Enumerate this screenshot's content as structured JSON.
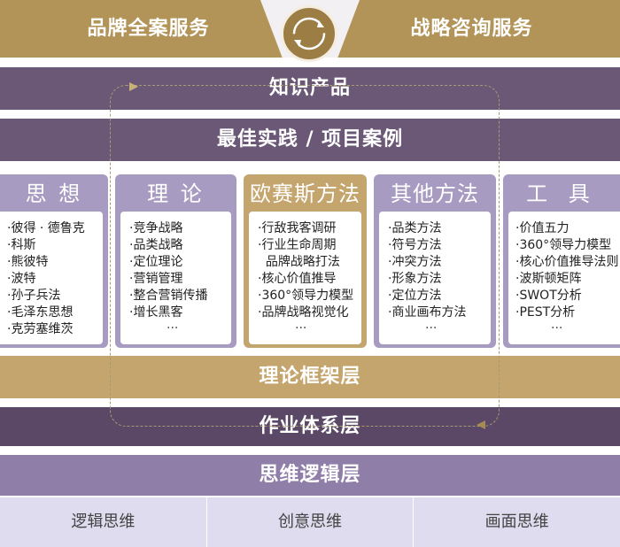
{
  "top": {
    "left": "品牌全案服务",
    "right": "战略咨询服务",
    "icon": "refresh-cycle-icon"
  },
  "bands": {
    "knowledge": "知识产品",
    "practice": "最佳实践 / 项目案例",
    "theory_frame": "理论框架层",
    "operation": "作业体系层",
    "logic": "思维逻辑层"
  },
  "columns": [
    {
      "title": "思 想",
      "items": [
        "·彼得 · 德鲁克",
        "·科斯",
        "·熊彼特",
        "·波特",
        "·孙子兵法",
        "·毛泽东思想",
        "·克劳塞维茨"
      ],
      "more": ""
    },
    {
      "title": "理 论",
      "items": [
        "·竞争战略",
        "·品类战略",
        "·定位理论",
        "·营销管理",
        "·整合营销传播",
        "·增长黑客"
      ],
      "more": "···"
    },
    {
      "title": "欧赛斯方法",
      "items": [
        "·行敌我客调研",
        "·行业生命周期",
        "  品牌战略打法",
        "·核心价值推导",
        "·360°领导力模型",
        "·品牌战略视觉化"
      ],
      "more": "···"
    },
    {
      "title": "其他方法",
      "items": [
        "·品类方法",
        "·符号方法",
        "·冲突方法",
        "·形象方法",
        "·定位方法",
        "·商业画布方法"
      ],
      "more": "···"
    },
    {
      "title": "工 具",
      "items": [
        "·价值五力",
        "·360°领导力模型",
        "·核心价值推导法则",
        "·波斯顿矩阵",
        "·SWOT分析",
        "·PEST分析"
      ],
      "more": "···"
    }
  ],
  "bottom": [
    "逻辑思维",
    "创意思维",
    "画面思维"
  ],
  "colors": {
    "gold": "#b39458",
    "purple": "#6a5876",
    "lavender": "#a79bc1"
  }
}
